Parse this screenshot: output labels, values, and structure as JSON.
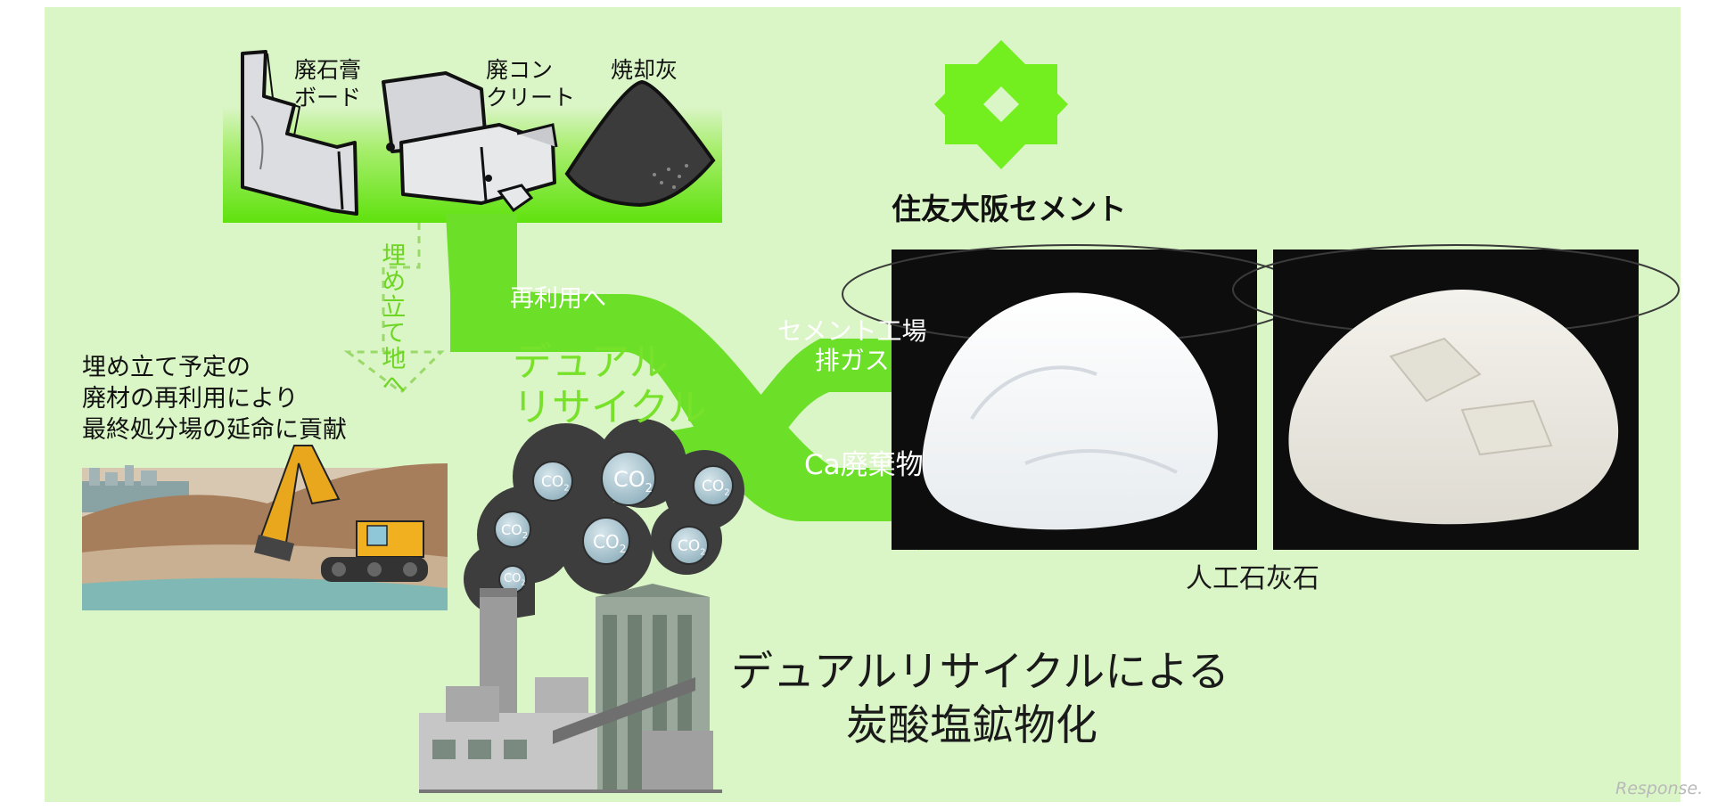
{
  "waste": {
    "gypsum_board": [
      "廃石膏",
      "ボード"
    ],
    "concrete": [
      "廃コン",
      "クリート"
    ],
    "ash": "焼却灰"
  },
  "flow": {
    "reuse": "再利用へ",
    "landfill": "埋め立て地へ",
    "dual_recycle": [
      "デュアル",
      "リサイクル"
    ],
    "exhaust": [
      "セメント工場",
      "排ガス"
    ],
    "ca_waste": "Ca廃棄物"
  },
  "landfill_note": [
    "埋め立て予定の",
    "廃材の再利用により",
    "最終処分場の延命に貢献"
  ],
  "co2_label": "CO",
  "co2_sub": "2",
  "brand": "住友大阪セメント",
  "product_caption": "人工石灰石",
  "title": [
    "デュアルリサイクルによる",
    "炭酸塩鉱物化"
  ],
  "watermark": "Response.",
  "colors": {
    "panel_bg": "#daf5c6",
    "brand_green": "#73ee1e",
    "flow_green": "#6cdf29",
    "smoke": "#3d3d3d",
    "co2_bubble": "#a7c3cd"
  }
}
